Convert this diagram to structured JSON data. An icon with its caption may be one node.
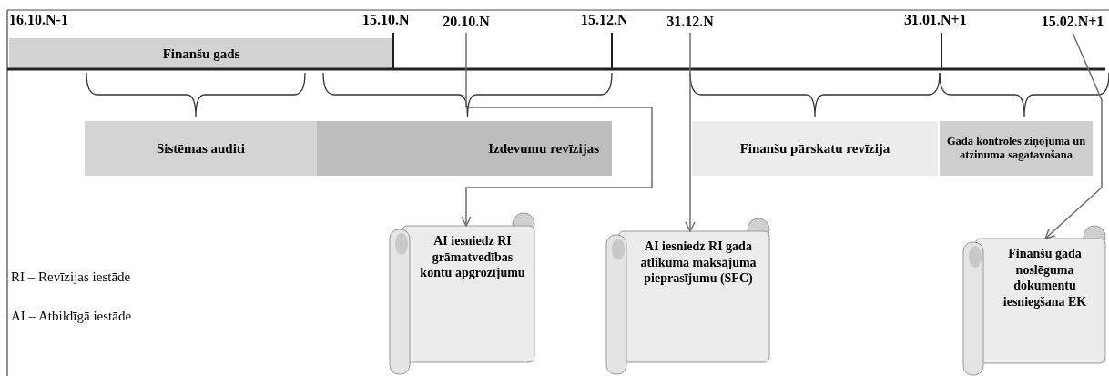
{
  "diagram": {
    "nodes": [
      {
        "text": [
          "Finanšu gads"
        ]
      },
      {
        "text": [
          "20.10.N"
        ]
      },
      {
        "text": [
          "31.12.N"
        ]
      },
      {
        "text": [
          "15.02.N+1"
        ]
      },
      {
        "text": [
          "Sistēmas auditi"
        ]
      },
      {
        "text": [
          "Izdevumu revīzijas"
        ]
      },
      {
        "text": [
          "Finanšu pārskatu revīzija"
        ]
      },
      {
        "text": [
          "Gada kontroles ziņojuma un atzinuma sagatavošana"
        ]
      },
      {
        "text": [
          "AI iesniedz RI grāmatvedības kontu apgrozījumu"
        ]
      },
      {
        "text": [
          "AI iesniedz RI gada atlikuma maksājuma pieprasījumu (SFC)"
        ]
      },
      {
        "text": [
          "Finanšu gada noslēguma dokumentu iesniegšana EK"
        ]
      }
    ],
    "edges": [
      {
        "from": 1,
        "to": 8,
        "arrow": "to"
      },
      {
        "from": 2,
        "to": 9,
        "arrow": "to"
      },
      {
        "from": 3,
        "to": 10,
        "arrow": "to"
      }
    ],
    "labels": [
      "16.10.N-1",
      "15.10.N",
      "15.12.N",
      "31.01.N+1",
      "RI – Revīzijas iestāde",
      "AI – Atbildīgā iestāde"
    ]
  }
}
